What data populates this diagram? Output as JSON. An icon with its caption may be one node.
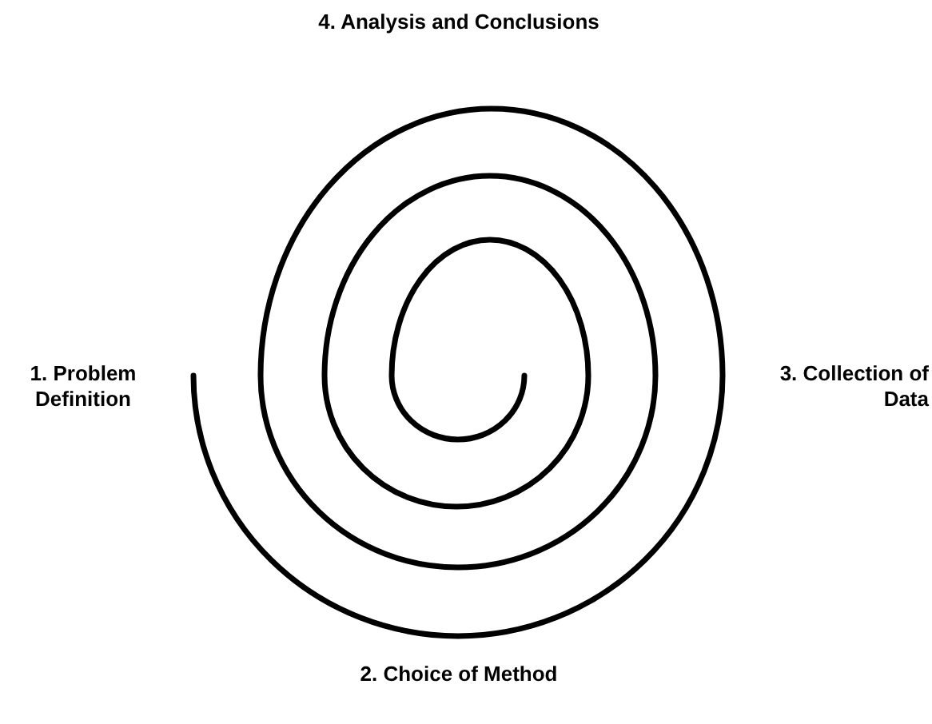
{
  "diagram": {
    "labels": [
      "4. Analysis and Conclusions",
      "1. Problem Definition",
      "3. Collection of Data",
      "2. Choice of Method"
    ]
  }
}
